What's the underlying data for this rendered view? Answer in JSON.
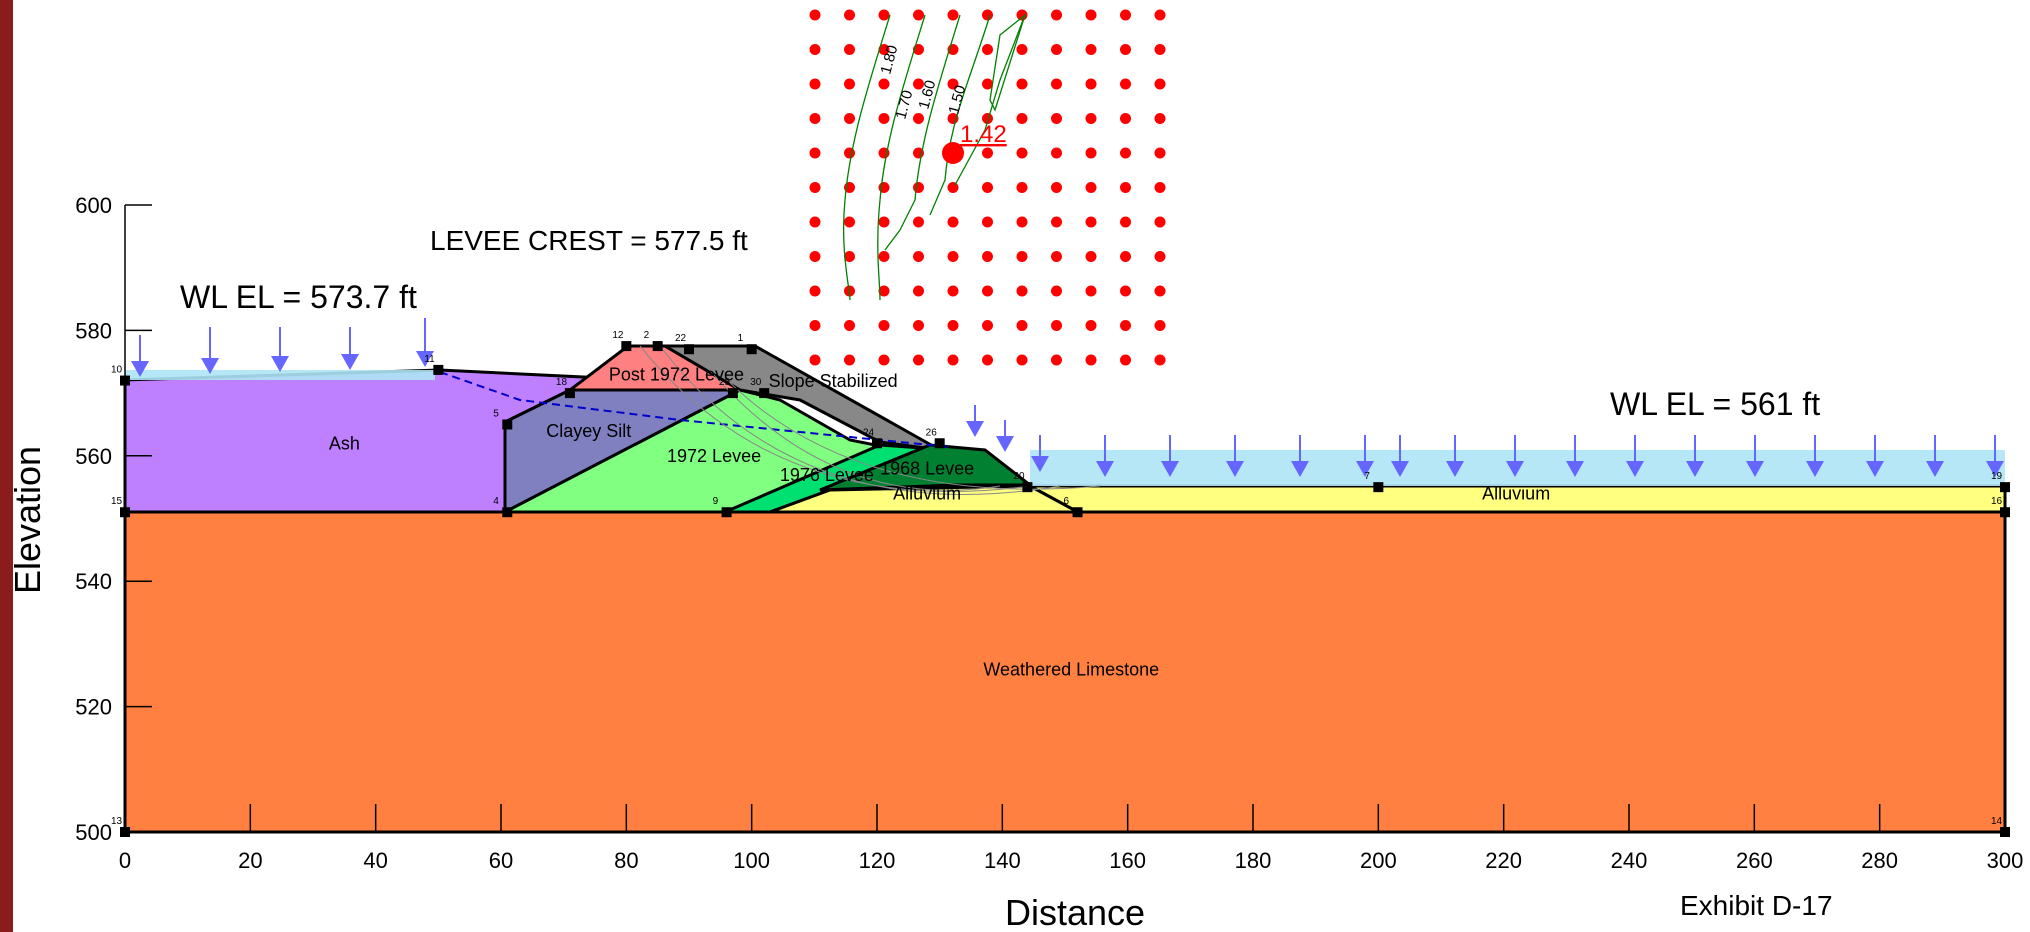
{
  "axes": {
    "xlabel": "Distance",
    "ylabel": "Elevation",
    "x_ticks": [
      0,
      20,
      40,
      60,
      80,
      100,
      120,
      140,
      160,
      180,
      200,
      220,
      240,
      260,
      280,
      300
    ],
    "y_ticks": [
      500,
      520,
      540,
      560,
      580,
      600
    ],
    "xlim": [
      0,
      300
    ],
    "ylim": [
      500,
      600
    ]
  },
  "annotations": {
    "levee_crest": "LEVEE CREST = 577.5 ft",
    "wl_left": "WL EL = 573.7 ft",
    "wl_right": "WL EL = 561 ft",
    "exhibit": "Exhibit D-17",
    "min_fs": "1.42"
  },
  "materials": [
    {
      "name": "Ash",
      "color": "#bf80ff",
      "label_at": [
        35,
        561
      ]
    },
    {
      "name": "Clayey Silt",
      "color": "#8080c0",
      "label_at": [
        74,
        563
      ]
    },
    {
      "name": "1972 Levee",
      "color": "#80ff80",
      "label_at": [
        94,
        559
      ]
    },
    {
      "name": "Post 1972 Levee",
      "color": "#ff8080",
      "label_at": [
        88,
        572
      ]
    },
    {
      "name": "Slope Stabilized",
      "color": "#909090",
      "label_at": [
        113,
        571
      ]
    },
    {
      "name": "1976 Levee",
      "color": "#00e070",
      "label_at": [
        112,
        556
      ]
    },
    {
      "name": "1968 Levee",
      "color": "#008030",
      "label_at": [
        128,
        557
      ]
    },
    {
      "name": "Alluvium",
      "color": "#ffff80",
      "label_at": [
        128,
        553
      ]
    },
    {
      "name": "Alluvium",
      "color": "#ffff80",
      "label_at": [
        222,
        553
      ]
    },
    {
      "name": "Weathered Limestone",
      "color": "#ff8040",
      "label_at": [
        151,
        525
      ]
    }
  ],
  "points": [
    {
      "id": "10",
      "x": 0,
      "y": 572
    },
    {
      "id": "11",
      "x": 50,
      "y": 573.7
    },
    {
      "id": "12",
      "x": 80,
      "y": 577.5
    },
    {
      "id": "2",
      "x": 85,
      "y": 577.5
    },
    {
      "id": "22",
      "x": 90,
      "y": 577
    },
    {
      "id": "1",
      "x": 100,
      "y": 577
    },
    {
      "id": "18",
      "x": 71,
      "y": 570
    },
    {
      "id": "5",
      "x": 61,
      "y": 565
    },
    {
      "id": "4",
      "x": 61,
      "y": 551
    },
    {
      "id": "15",
      "x": 0,
      "y": 551
    },
    {
      "id": "29",
      "x": 97,
      "y": 570
    },
    {
      "id": "30",
      "x": 102,
      "y": 570
    },
    {
      "id": "24",
      "x": 120,
      "y": 562
    },
    {
      "id": "26",
      "x": 130,
      "y": 562
    },
    {
      "id": "9",
      "x": 96,
      "y": 551
    },
    {
      "id": "20",
      "x": 144,
      "y": 555
    },
    {
      "id": "6",
      "x": 152,
      "y": 551
    },
    {
      "id": "7",
      "x": 200,
      "y": 555
    },
    {
      "id": "19",
      "x": 300,
      "y": 555
    },
    {
      "id": "16",
      "x": 300,
      "y": 551
    },
    {
      "id": "13",
      "x": 0,
      "y": 500
    },
    {
      "id": "14",
      "x": 300,
      "y": 500
    }
  ],
  "contours": [
    "1.80",
    "1.70",
    "1.60",
    "1.50"
  ]
}
